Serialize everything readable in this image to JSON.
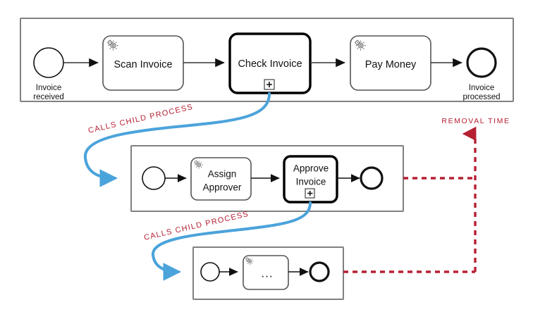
{
  "diagram": {
    "title": "BPMN call activity hierarchy with removal time",
    "colors": {
      "call_arrow_blue": "#4BA3DB",
      "annotation_red": "#B52033",
      "lane_border_gray": "#808080",
      "task_border_gray": "#555555",
      "bold_border_black": "#000000"
    }
  },
  "parent_process": {
    "name": "parent-process-lane",
    "start_event": {
      "label": "Invoice\nreceived",
      "label_line1": "Invoice",
      "label_line2": "received"
    },
    "tasks": [
      {
        "id": "scan-invoice",
        "label": "Scan Invoice",
        "icon": "service-gear-icon",
        "marker": "none",
        "emphasis": "normal"
      },
      {
        "id": "check-invoice",
        "label": "Check Invoice",
        "icon": "none",
        "marker": "collapsed-subprocess-plus",
        "emphasis": "bold"
      },
      {
        "id": "pay-money",
        "label": "Pay Money",
        "icon": "service-gear-icon",
        "marker": "none",
        "emphasis": "normal"
      }
    ],
    "end_event": {
      "label_line1": "Invoice",
      "label_line2": "processed"
    }
  },
  "child_process_1": {
    "name": "child-process-lane-1",
    "tasks": [
      {
        "id": "assign-approver",
        "label_line1": "Assign",
        "label_line2": "Approver",
        "icon": "service-gear-icon",
        "marker": "none",
        "emphasis": "normal"
      },
      {
        "id": "approve-invoice",
        "label_line1": "Approve",
        "label_line2": "Invoice",
        "icon": "none",
        "marker": "collapsed-subprocess-plus",
        "emphasis": "bold"
      }
    ]
  },
  "child_process_2": {
    "name": "child-process-lane-2",
    "tasks": [
      {
        "id": "ellipsis-task",
        "label": "...",
        "icon": "service-gear-icon",
        "marker": "none",
        "emphasis": "normal"
      }
    ]
  },
  "annotations": {
    "call_child_process_1": "CALLS CHILD PROCESS",
    "call_child_process_2": "CALLS CHILD PROCESS",
    "removal_time": "REMOVAL TIME"
  }
}
